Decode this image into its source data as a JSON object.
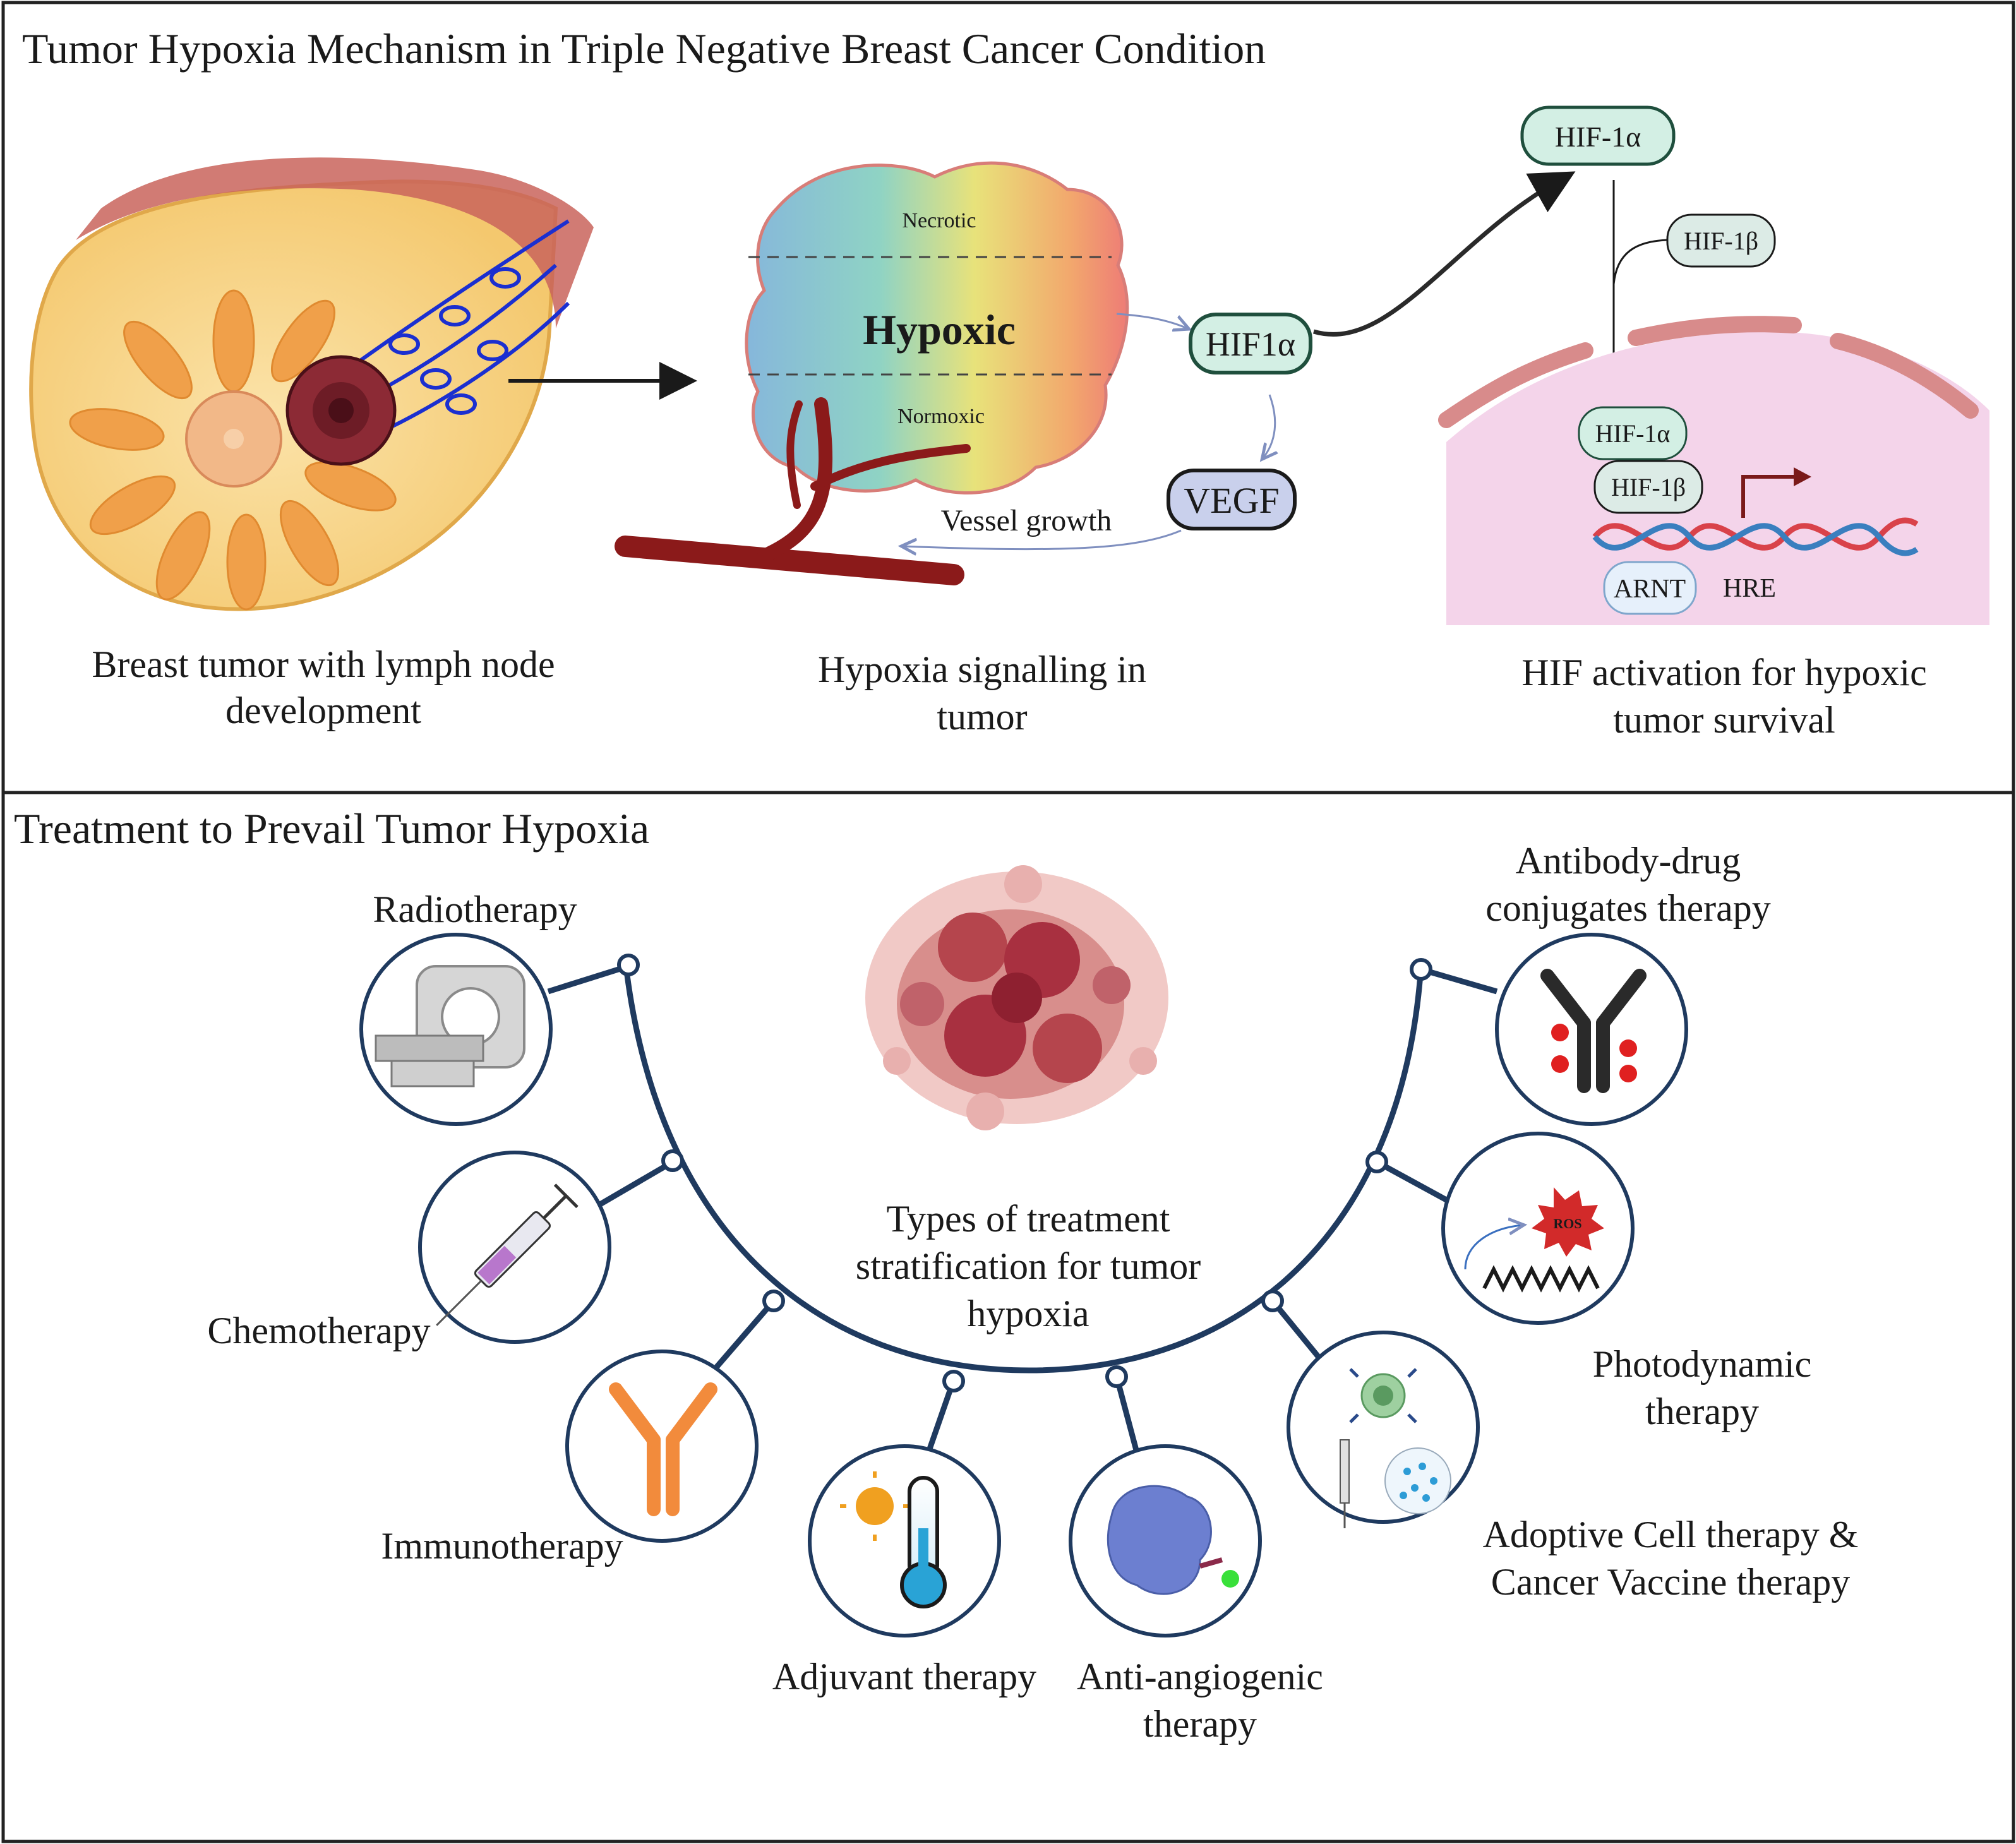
{
  "top_panel": {
    "title": "Tumor Hypoxia Mechanism in Triple Negative Breast Cancer Condition",
    "breast": {
      "caption_line1": "Breast tumor with lymph node",
      "caption_line2": "development"
    },
    "tumor": {
      "necrotic": "Necrotic",
      "hypoxic": "Hypoxic",
      "normoxic": "Normoxic",
      "vessel_growth": "Vessel growth",
      "caption_line1": "Hypoxia signalling in",
      "caption_line2": "tumor"
    },
    "proteins": {
      "hif1a_main": "HIF1α",
      "vegf": "VEGF",
      "hif1a_top": "HIF-1α",
      "hif1b_side": "HIF-1β",
      "hif1a_nuc": "HIF-1α",
      "hif1b_nuc": "HIF-1β",
      "arnt": "ARNT",
      "hre": "HRE"
    },
    "nucleus_caption_line1": "HIF activation for  hypoxic",
    "nucleus_caption_line2": "tumor survival"
  },
  "bottom_panel": {
    "title": "Treatment to Prevail Tumor Hypoxia",
    "center_line1": "Types of treatment",
    "center_line2": "stratification for tumor",
    "center_line3": "hypoxia",
    "therapies": {
      "radiotherapy": "Radiotherapy",
      "chemotherapy": "Chemotherapy",
      "immunotherapy": "Immunotherapy",
      "adjuvant": "Adjuvant therapy",
      "antiangio_line1": "Anti-angiogenic",
      "antiangio_line2": "therapy",
      "adoptive_line1": "Adoptive Cell therapy &",
      "adoptive_line2": "Cancer Vaccine therapy",
      "pdt_line1": "Photodynamic",
      "pdt_line2": "therapy",
      "pdt_ros": "ROS",
      "adc_line1": "Antibody-drug",
      "adc_line2": "conjugates therapy"
    }
  },
  "colors": {
    "frame": "#222222",
    "hub": "#1f3a5f",
    "hypoxic_text": "#b5302f",
    "hif_fill": "#d3efe4",
    "hif_stroke": "#1f4f3d",
    "vegf_fill": "#c9d0ec",
    "vessel": "#8b1a1a",
    "nucleus": "#f4d4ea",
    "hre": "#8b1a2a"
  }
}
